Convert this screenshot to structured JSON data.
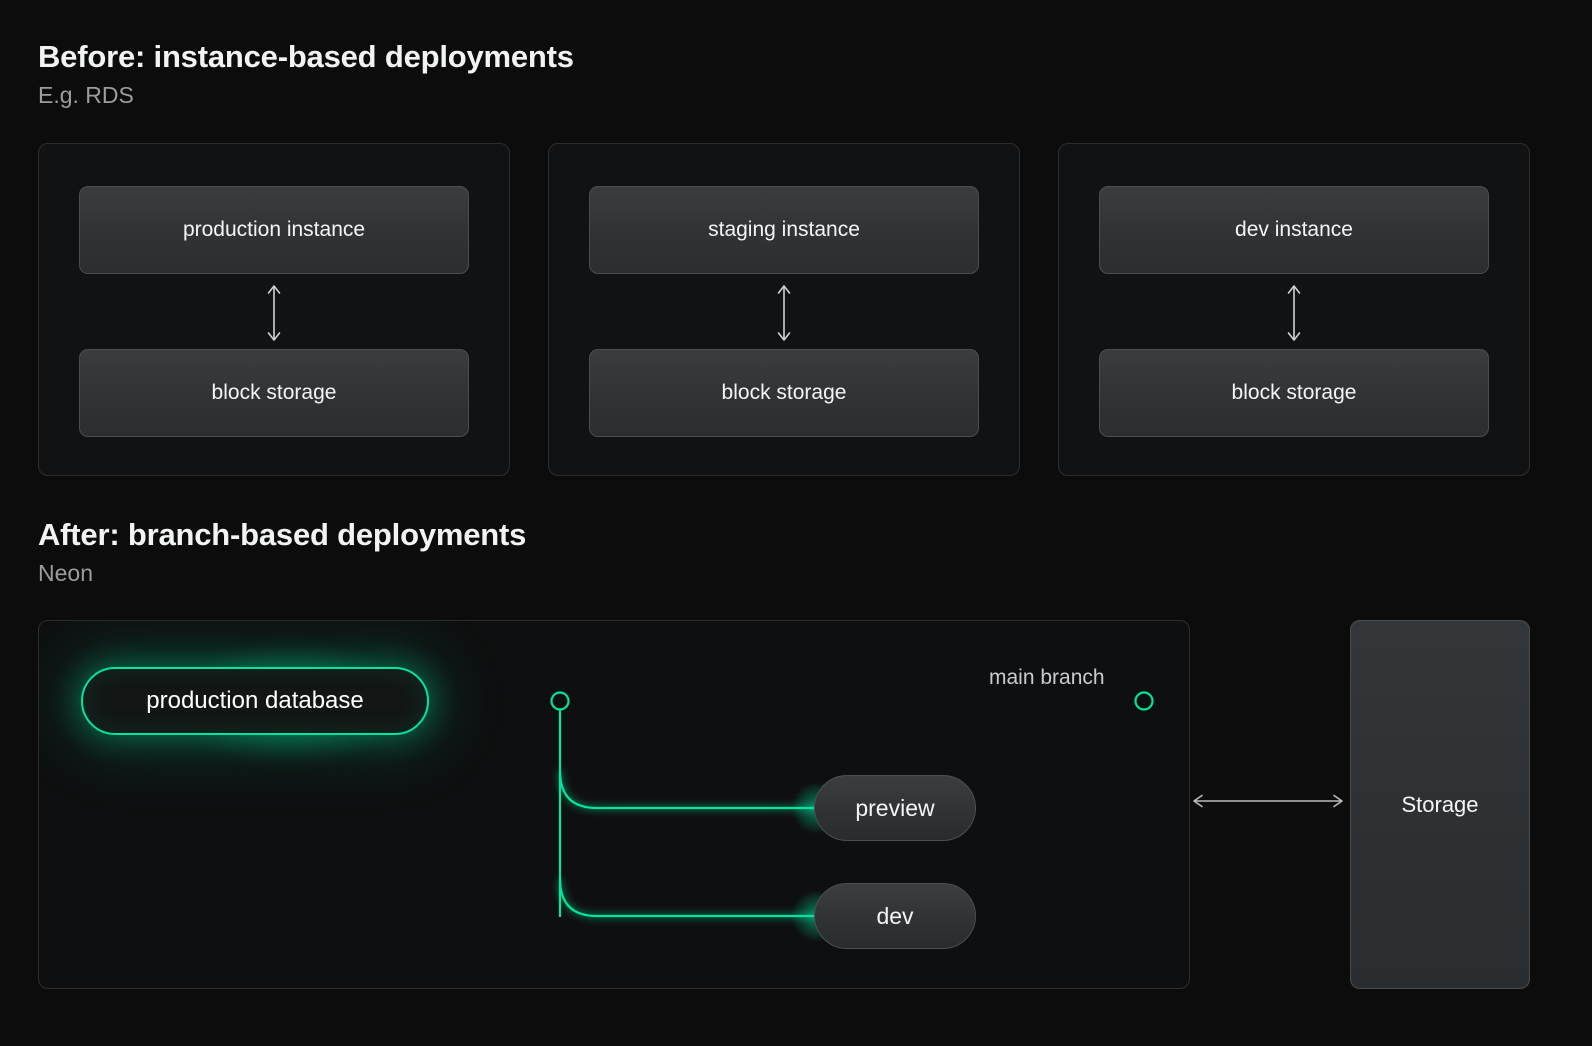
{
  "background": "#0c0c0c",
  "accent_green": "#00e5a0",
  "before": {
    "title": "Before: instance-based deployments",
    "subtitle": "E.g. RDS",
    "cards": [
      {
        "instance_label": "production instance",
        "storage_label": "block storage"
      },
      {
        "instance_label": "staging instance",
        "storage_label": "block storage"
      },
      {
        "instance_label": "dev instance",
        "storage_label": "block storage"
      }
    ]
  },
  "after": {
    "title": "After: branch-based deployments",
    "subtitle": "Neon",
    "root_label": "production database",
    "main_branch_label": "main branch",
    "branches": [
      {
        "label": "preview"
      },
      {
        "label": "dev"
      }
    ],
    "storage_label": "Storage"
  }
}
